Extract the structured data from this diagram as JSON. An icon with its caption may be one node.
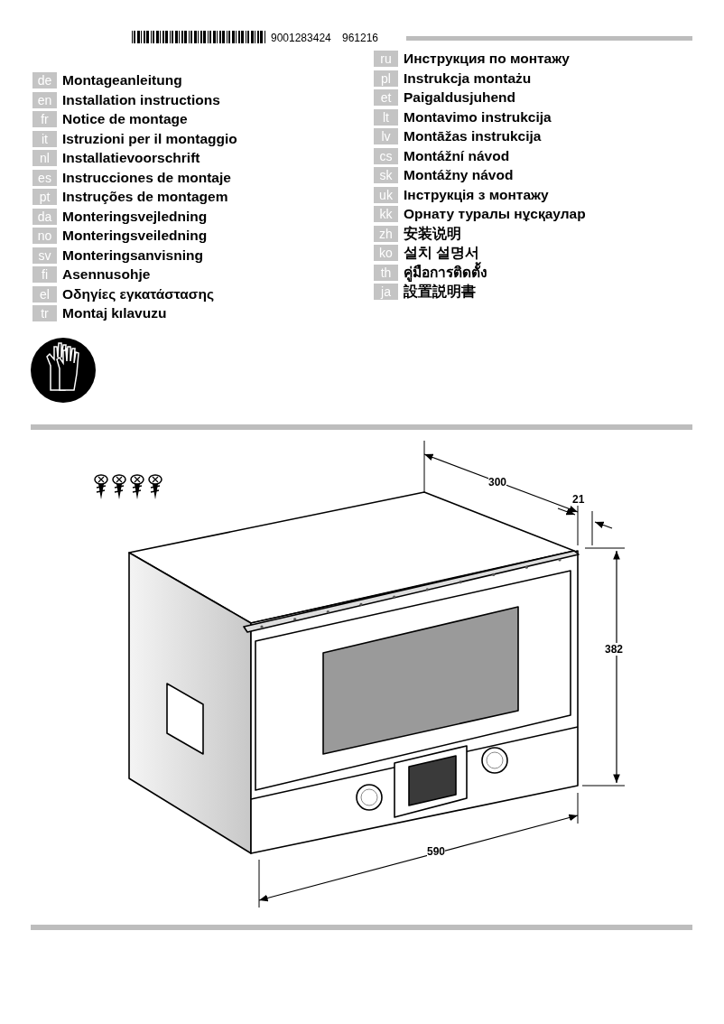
{
  "diagram": {
    "nodes": [
      {
        "text": [
          "de"
        ],
        "beside": [
          "Montageanleitung"
        ]
      },
      {
        "text": [
          "en"
        ],
        "beside": [
          "Installation instructions"
        ]
      },
      {
        "text": [
          "fr"
        ],
        "beside": [
          "Notice de montage"
        ]
      },
      {
        "text": [
          "it"
        ],
        "beside": [
          "Istruzioni per il montaggio"
        ]
      },
      {
        "text": [
          "nl"
        ],
        "beside": [
          "Installatievoorschrift"
        ]
      },
      {
        "text": [
          "es"
        ],
        "beside": [
          "Instrucciones de montaje"
        ]
      },
      {
        "text": [
          "pt"
        ],
        "beside": [
          "Instruções de montagem"
        ]
      },
      {
        "text": [
          "da"
        ],
        "beside": [
          "Monteringsvejledning"
        ]
      },
      {
        "text": [
          "no"
        ],
        "beside": [
          "Monteringsveiledning"
        ]
      },
      {
        "text": [
          "sv"
        ],
        "beside": [
          "Monteringsanvisning"
        ]
      },
      {
        "text": [
          "fi"
        ],
        "beside": [
          "Asennusohje"
        ]
      },
      {
        "text": [
          "el"
        ],
        "beside": [
          "Οδηγίες εγκατάστασης"
        ]
      },
      {
        "text": [
          "tr"
        ],
        "beside": [
          "Montaj kılavuzu"
        ]
      },
      {
        "text": [
          "ru"
        ],
        "beside": [
          "Инструкция по монтажу"
        ]
      },
      {
        "text": [
          "pl"
        ],
        "beside": [
          "Instrukcja montażu"
        ]
      },
      {
        "text": [
          "et"
        ],
        "beside": [
          "Paigaldusjuhend"
        ]
      },
      {
        "text": [
          "lt"
        ],
        "beside": [
          "Montavimo instrukcija"
        ]
      },
      {
        "text": [
          "lv"
        ],
        "beside": [
          "Montāžas instrukcija"
        ]
      },
      {
        "text": [
          "cs"
        ],
        "beside": [
          "Montážní návod"
        ]
      },
      {
        "text": [
          "sk"
        ],
        "beside": [
          "Montážny návod"
        ]
      },
      {
        "text": [
          "uk"
        ],
        "beside": [
          "Інструкція з монтажу"
        ]
      },
      {
        "text": [
          "kk"
        ],
        "beside": [
          "Орнату туралы нұсқаулар"
        ]
      },
      {
        "text": [
          "zh"
        ],
        "beside": [
          "安装说明"
        ]
      },
      {
        "text": [
          "ko"
        ],
        "beside": [
          "설치 설명서"
        ]
      },
      {
        "text": [
          "th"
        ],
        "beside": [
          "คู่มือการติดตั้ง"
        ]
      },
      {
        "text": [
          "ja"
        ],
        "beside": [
          "設置説明書"
        ]
      }
    ],
    "edges": [],
    "labels": [
      "9001283424",
      "961216",
      "300",
      "21",
      "382",
      "590"
    ]
  }
}
